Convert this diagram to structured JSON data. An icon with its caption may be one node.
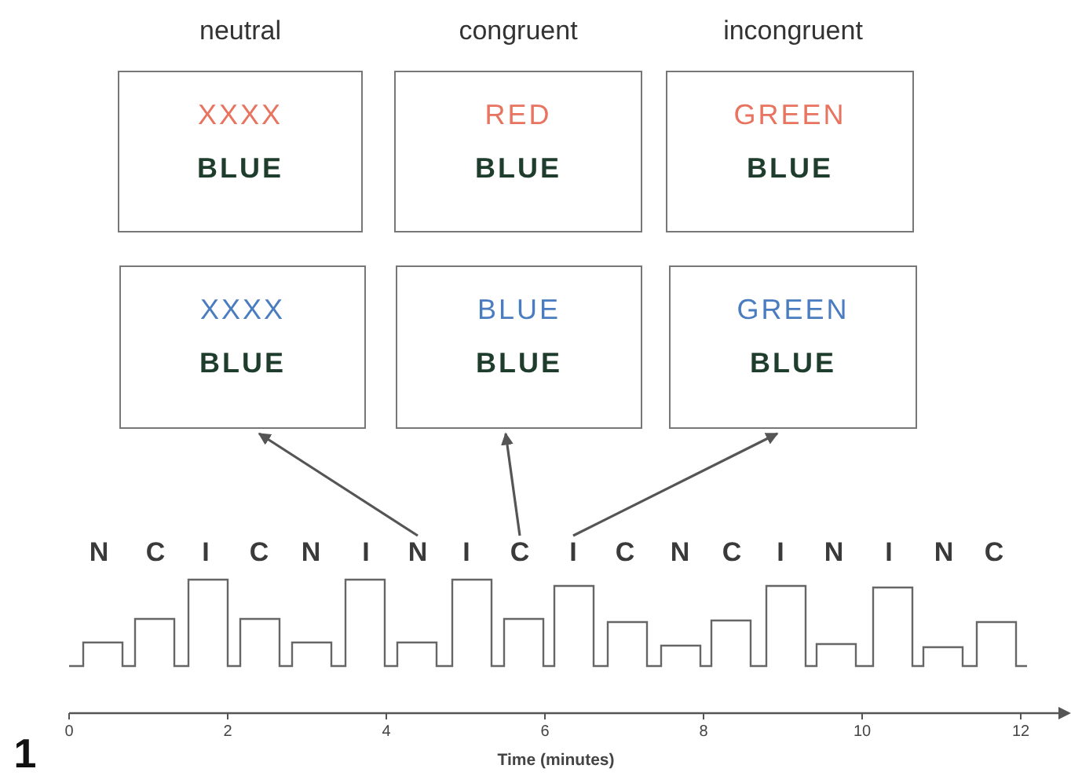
{
  "diagram": {
    "nodes": [
      {
        "text": [
          "XXXX",
          "BLUE"
        ]
      },
      {
        "text": [
          "RED",
          "BLUE"
        ]
      },
      {
        "text": [
          "GREEN",
          "BLUE"
        ]
      },
      {
        "text": [
          "XXXX",
          "BLUE"
        ]
      },
      {
        "text": [
          "BLUE",
          "BLUE"
        ]
      },
      {
        "text": [
          "GREEN",
          "BLUE"
        ]
      },
      {
        "text": [
          "N"
        ]
      },
      {
        "text": [
          "C"
        ]
      },
      {
        "text": [
          "I"
        ]
      }
    ],
    "edges": [
      {
        "from": 6,
        "to": 3,
        "arrow": "to"
      },
      {
        "from": 7,
        "to": 4,
        "arrow": "to"
      },
      {
        "from": 8,
        "to": 5,
        "arrow": "to"
      }
    ],
    "labels": [
      "neutral",
      "congruent",
      "incongruent",
      "N",
      "C",
      "I",
      "C",
      "N",
      "I",
      "I",
      "C",
      "N",
      "C",
      "I",
      "N",
      "I",
      "N",
      "C",
      "0",
      "2",
      "4",
      "6",
      "8",
      "10",
      "12",
      "Time (minutes)",
      "1"
    ]
  }
}
